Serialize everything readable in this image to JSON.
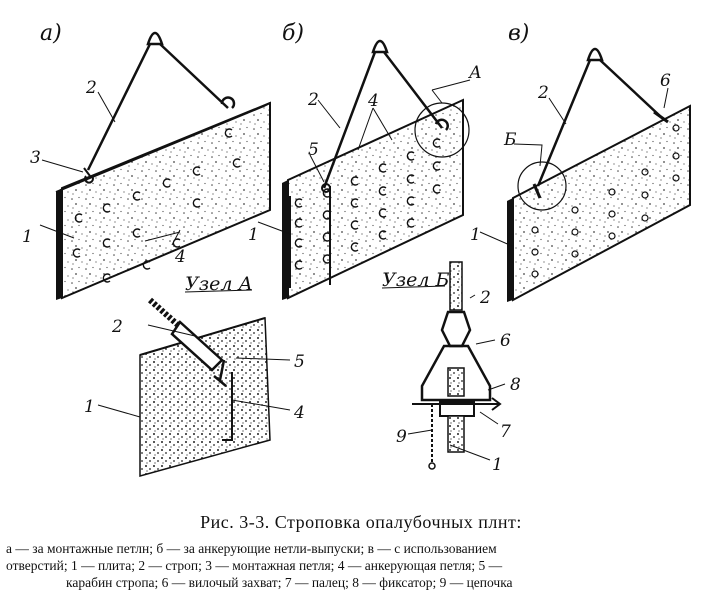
{
  "panels": {
    "a": "а)",
    "b": "б)",
    "v": "в)"
  },
  "node_titles": {
    "A": "Узел А",
    "B": "Узел Б"
  },
  "callouts": {
    "A": "А",
    "B": "Б"
  },
  "numbers": {
    "n1": "1",
    "n2": "2",
    "n3": "3",
    "n4": "4",
    "n5": "5",
    "n6": "6",
    "n7": "7",
    "n8": "8",
    "n9": "9"
  },
  "caption": {
    "title": "Рис. 3-3. Строповка опалубочных плнт:",
    "line1": "а — за монтажные петлн; б — за анкерующие нетли-выпуски; в — с использованием",
    "line2": "отверстий; 1 — плита; 2 — строп; 3 — монтажная петля; 4 — анкерующая петля; 5 —",
    "line3": "карабин стропа; 6 — вилочый захват; 7 — палец; 8 — фиксатор; 9 — цепочка"
  }
}
